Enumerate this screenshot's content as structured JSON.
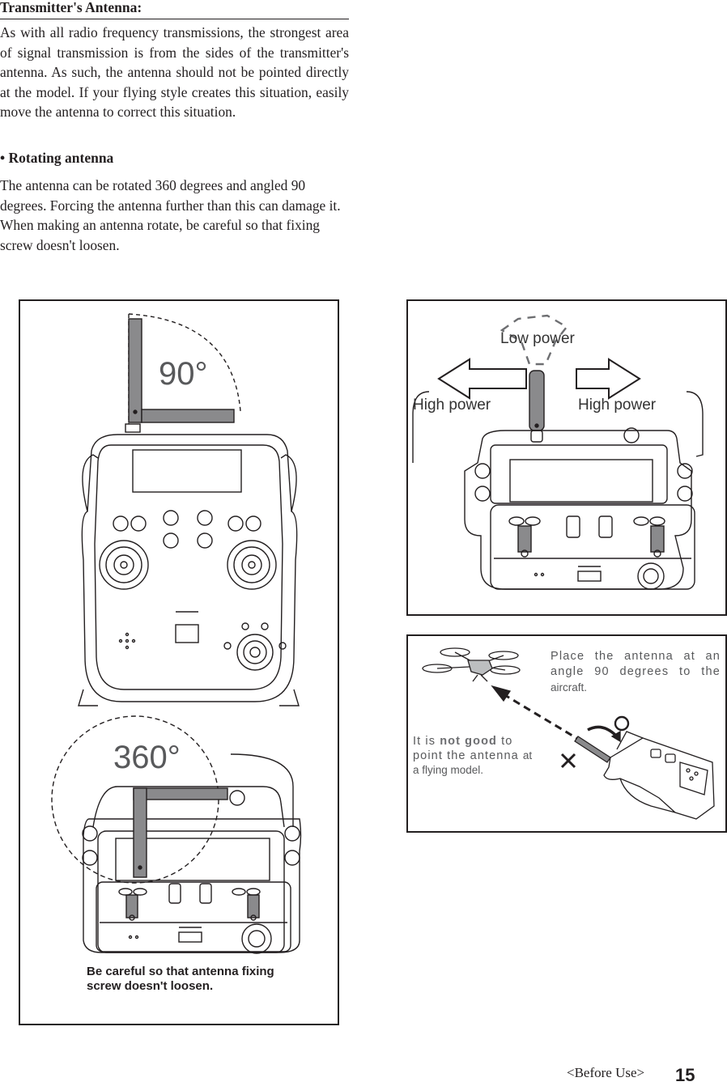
{
  "section": {
    "heading": "Transmitter's Antenna:",
    "paragraph": "As with all radio frequency transmissions, the strongest area of signal transmission is from the sides of the transmitter's antenna. As such, the antenna should not be pointed directly at the model. If your flying style creates this situation, easily move the antenna to correct this situation."
  },
  "rotating": {
    "heading": "• Rotating antenna",
    "paragraph": "The antenna can be rotated 360 degrees and angled 90 degrees.  Forcing the antenna further than this can damage it.  When making an antenna rotate, be careful so that fixing screw doesn't loosen."
  },
  "figure_left": {
    "angle_90": "90°",
    "angle_360": "360°",
    "caption_line1": "Be careful so that antenna fixing",
    "caption_line2": "screw doesn't loosen."
  },
  "figure_power": {
    "low_power": "Low power",
    "high_power_left": "High power",
    "high_power_right": "High power"
  },
  "figure_aim": {
    "place_text": "Place the antenna at an angle 90 degrees to the",
    "place_text_end": "aircraft.",
    "not_good_prefix": "It is ",
    "not_good_bold": "not good",
    "not_good_suffix": " to point the antenna",
    "not_good_end": "at a flying model.",
    "good_mark": "○",
    "bad_mark": "×"
  },
  "footer": {
    "section_label": "<Before Use>",
    "page_number": "15"
  }
}
